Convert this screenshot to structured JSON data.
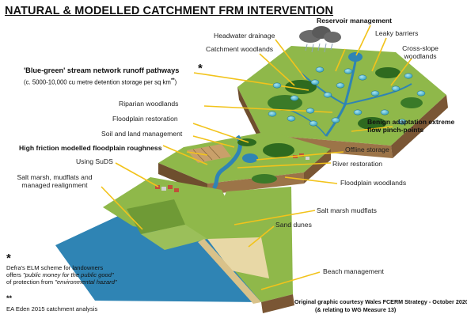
{
  "title": "NATURAL & MODELLED CATCHMENT  FRM INTERVENTION",
  "stream_network": {
    "line1": "'Blue-green' stream network  runoff pathways",
    "marker": "*",
    "line2": "(c. 5000-10,000 cu metre detention  storage per sq km",
    "line2_sup": "**",
    "line2_end": ")"
  },
  "labels": {
    "reservoir_management": "Reservoir management",
    "headwater_drainage": "Headwater drainage",
    "leaky_barriers": "Leaky barriers",
    "catchment_woodlands": "Catchment woodlands",
    "cross_slope_woodlands": "Cross-slope woodlands",
    "riparian_woodlands": "Riparian woodlands",
    "floodplain_restoration": "Floodplain restoration",
    "soil_land_management": "Soil and land management",
    "high_friction": "High friction modelled floodplain roughness",
    "benign_adaptation": "Benign adaptation extreme flow pinch-points",
    "offline_storage": "Offline storage",
    "using_suds": "Using SuDS",
    "river_restoration": "River restoration",
    "salt_marsh_realignment": "Salt marsh, mudflats and managed realignment",
    "floodplain_woodlands": "Floodplain woodlands",
    "salt_marsh_mudflats": "Salt marsh mudflats",
    "sand_dunes": "Sand dunes",
    "beach_management": "Beach management"
  },
  "footnotes": {
    "star": "*",
    "elm_text_1": "Defra's ELM scheme for landowners",
    "elm_text_2": "offers ",
    "elm_quote_1": "\"public money for the public good\"",
    "elm_text_3": "of protection from ",
    "elm_quote_2": "\"environmental hazard\"",
    "double_star": "**",
    "eden": "EA Eden 2015 catchment analysis"
  },
  "credit": {
    "line1": "Original graphic courtesy Wales FCERM Strategy - October 2020",
    "line2": "(& relating to WG Measure 13)"
  },
  "colors": {
    "grass": "#8fb84a",
    "grass_dark": "#6f9a36",
    "soil": "#9c7448",
    "soil_dark": "#6e4e2e",
    "water": "#2f84b4",
    "pond": "#5fb9cf",
    "sand": "#e8d8a6",
    "leader_yellow": "#f2c31b",
    "tree": "#2e6a1f",
    "cloud": "#6a6a6a"
  },
  "icons": [
    "rain-cloud-icon",
    "tree-icon",
    "pond-icon",
    "house-icon"
  ]
}
